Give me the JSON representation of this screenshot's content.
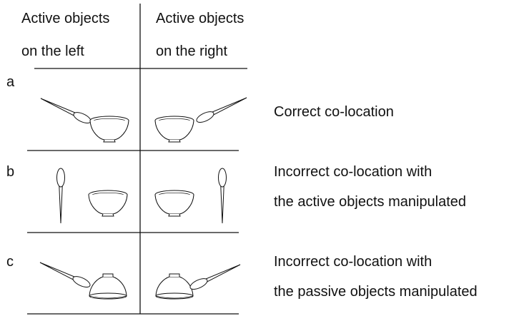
{
  "header": {
    "left_line1": "Active objects",
    "left_line2": "on the left",
    "right_line1": "Active objects",
    "right_line2": "on the right"
  },
  "rows": [
    {
      "label": "a",
      "desc_line1": "Correct co-location",
      "desc_line2": ""
    },
    {
      "label": "b",
      "desc_line1": "Incorrect co-location with",
      "desc_line2": "the active objects manipulated"
    },
    {
      "label": "c",
      "desc_line1": "Incorrect co-location with",
      "desc_line2": "the passive objects manipulated"
    }
  ],
  "icons": [
    "spoon-icon",
    "bowl-icon",
    "inverted-bowl-icon"
  ],
  "colors": {
    "line": "#111111",
    "text": "#111111"
  }
}
